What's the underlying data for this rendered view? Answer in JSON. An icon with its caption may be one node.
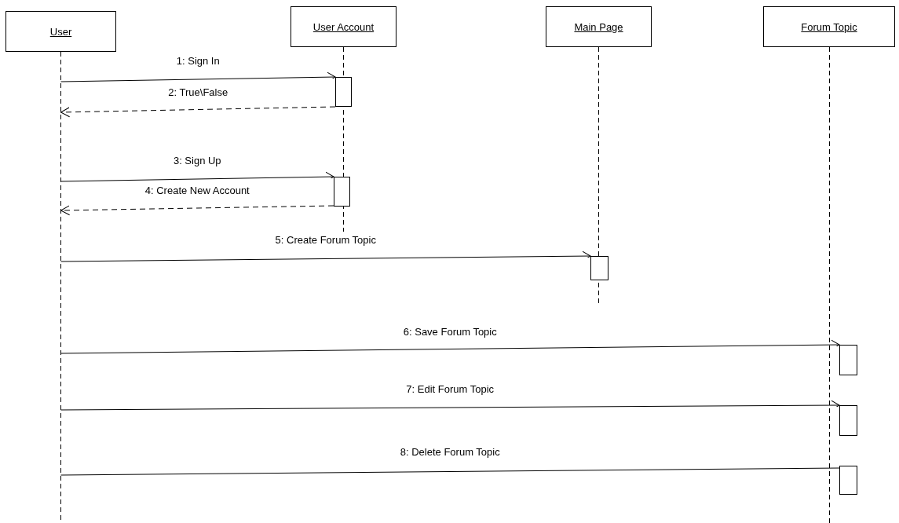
{
  "diagram": {
    "nodes": [
      {
        "text": [
          "User"
        ]
      },
      {
        "text": [
          "User Account"
        ]
      },
      {
        "text": [
          "Main Page"
        ]
      },
      {
        "text": [
          "Forum Topic"
        ]
      },
      {
        "text": [],
        "shape": "bar",
        "in": 1
      },
      {
        "text": [],
        "shape": "bar",
        "in": 1
      },
      {
        "text": [],
        "shape": "bar",
        "in": 2
      },
      {
        "text": [],
        "shape": "bar",
        "in": 3
      },
      {
        "text": [],
        "shape": "bar",
        "in": 3
      },
      {
        "text": [],
        "shape": "bar",
        "in": 3
      }
    ],
    "edges": [
      {
        "from": 0,
        "to": 4,
        "arrow": "to",
        "label": "1: Sign In"
      },
      {
        "from": 4,
        "to": 0,
        "arrow": "to",
        "label": "2: True\\False",
        "style": "dashed"
      },
      {
        "from": 0,
        "to": 5,
        "arrow": "to",
        "label": "3: Sign Up"
      },
      {
        "from": 5,
        "to": 0,
        "arrow": "to",
        "label": "4: Create New Account",
        "style": "dashed"
      },
      {
        "from": 0,
        "to": 6,
        "arrow": "to",
        "label": "5: Create Forum Topic"
      },
      {
        "from": 0,
        "to": 7,
        "arrow": "to",
        "label": "6: Save Forum Topic"
      },
      {
        "from": 0,
        "to": 8,
        "arrow": "to",
        "label": "7: Edit Forum Topic"
      },
      {
        "from": 0,
        "to": 9,
        "arrow": "none",
        "label": "8: Delete Forum Topic"
      }
    ]
  }
}
